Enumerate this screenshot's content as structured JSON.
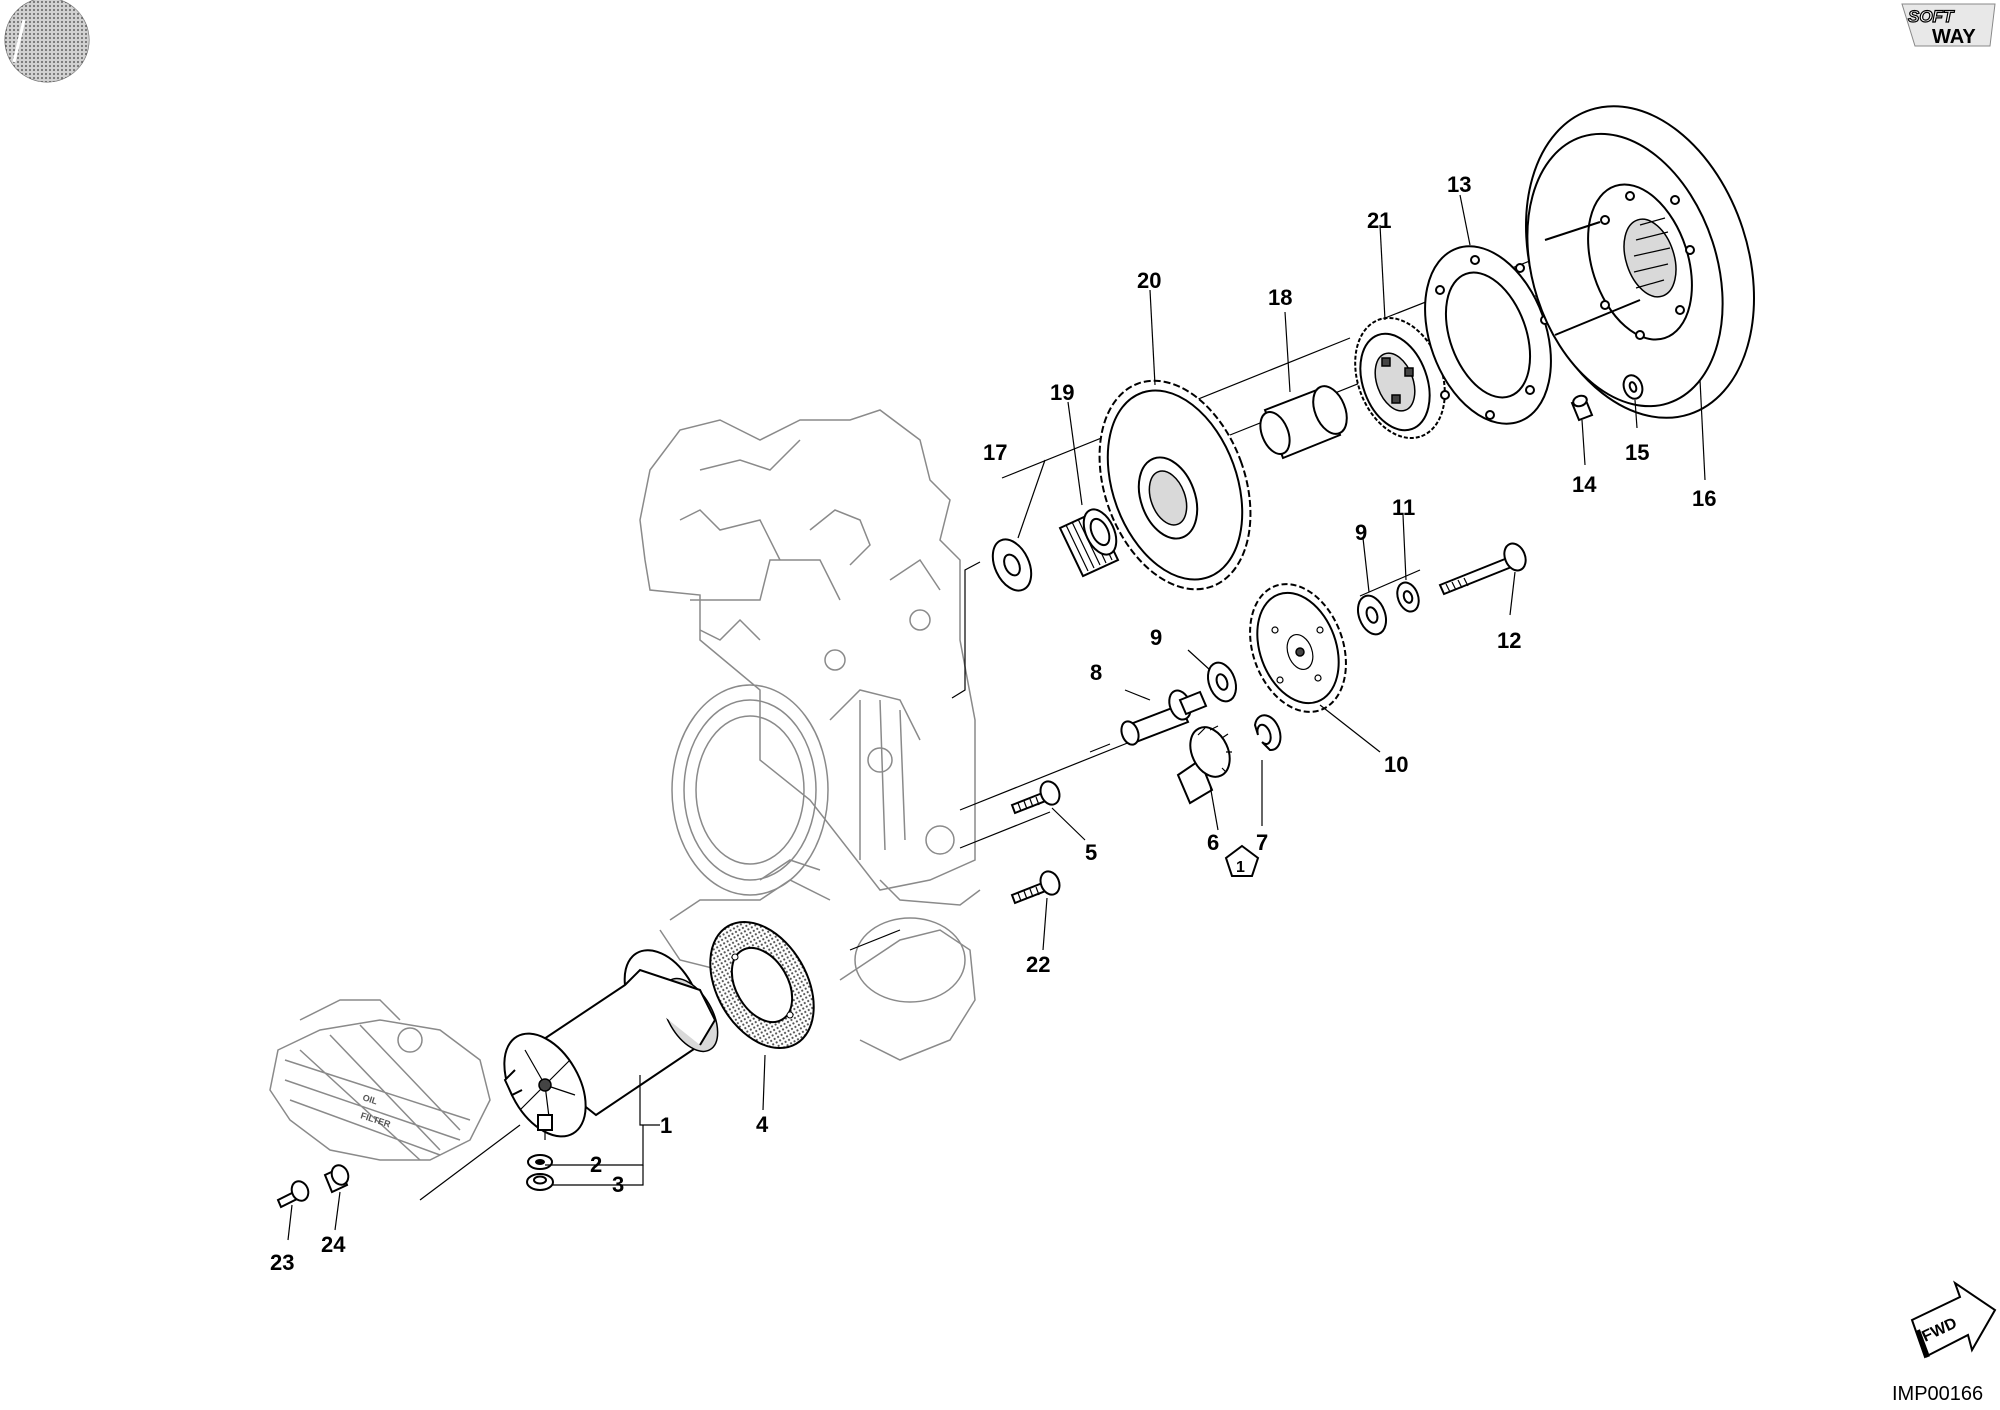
{
  "header": {
    "logo_line1": "SOFT",
    "logo_line2": "WAY"
  },
  "footer": {
    "drawing_code": "IMP00166",
    "fwd_label": "FWD"
  },
  "note_symbol": "1",
  "callouts": [
    "1",
    "2",
    "3",
    "4",
    "5",
    "6",
    "7",
    "8",
    "9",
    "9",
    "10",
    "11",
    "12",
    "13",
    "14",
    "15",
    "16",
    "17",
    "18",
    "19",
    "20",
    "21",
    "22",
    "23",
    "24"
  ]
}
